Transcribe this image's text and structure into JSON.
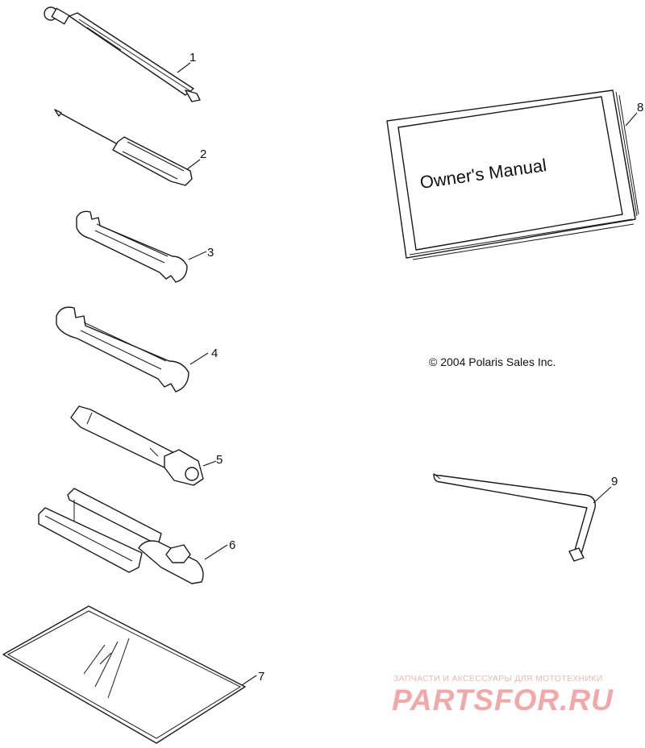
{
  "callouts": {
    "c1": "1",
    "c2": "2",
    "c3": "3",
    "c4": "4",
    "c5": "5",
    "c6": "6",
    "c7": "7",
    "c8": "8",
    "c9": "9"
  },
  "manual": {
    "cover_title": "Owner's Manual"
  },
  "copyright": "© 2004 Polaris Sales Inc.",
  "watermark": {
    "tagline": "ЗАПЧАСТИ И АКСЕССУАРЫ ДЛЯ МОТОТЕХНИКИ",
    "brand": "PARTSFOR.RU"
  },
  "colors": {
    "line": "#1a1a1a",
    "watermark": "#f0a8a8"
  }
}
